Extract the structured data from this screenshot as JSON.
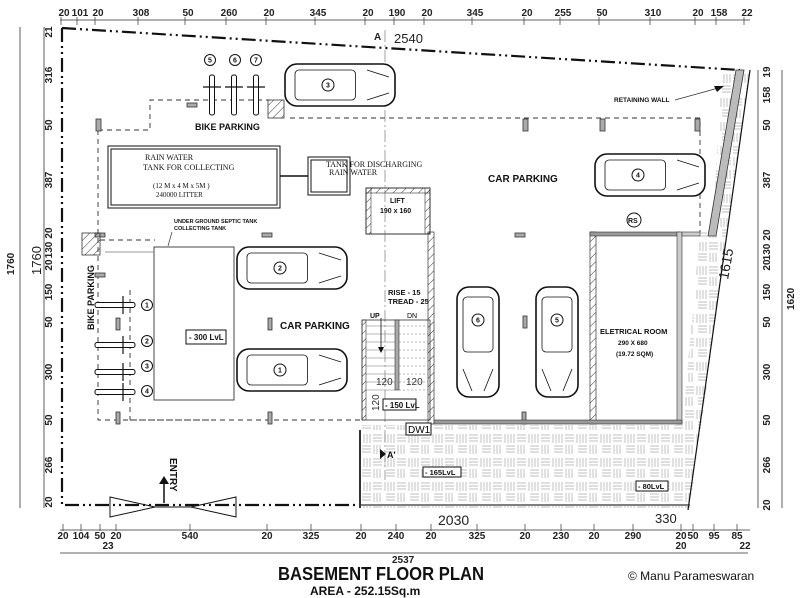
{
  "title": "BASEMENT FLOOR PLAN",
  "area": "AREA -  252.15Sq.m",
  "copyright": "© Manu Parameswaran",
  "dims": {
    "top": [
      "20",
      "101",
      "20",
      "308",
      "50",
      "260",
      "20",
      "345",
      "20",
      "190",
      "20",
      "345",
      "20",
      "255",
      "50",
      "310",
      "20",
      "158",
      "22"
    ],
    "bottom": [
      "20",
      "104",
      "50",
      "20",
      "23",
      "540",
      "20",
      "325",
      "20",
      "240",
      "20",
      "325",
      "20",
      "230",
      "20",
      "290",
      "20",
      "20",
      "50",
      "95",
      "85",
      "22"
    ],
    "left": [
      "21",
      "316",
      "50",
      "387",
      "20",
      "130",
      "20",
      "150",
      "50",
      "300",
      "50",
      "266",
      "20"
    ],
    "right": [
      "19",
      "158",
      "50",
      "387",
      "20",
      "130",
      "20",
      "150",
      "50",
      "300",
      "50",
      "266",
      "20"
    ],
    "left_total": "1760",
    "left_inner": "1760",
    "right_total": "1620",
    "bottom_total": "2537",
    "top_inner": "2540",
    "bottom_inner": "2030",
    "bottom_right": "330",
    "slant": "1615"
  },
  "labels": {
    "section_a": "A",
    "section_a2": "A'",
    "rain_tank": [
      "RAIN WATER",
      "TANK FOR COLLECTING",
      "(12 M x 4 M x 5M )",
      "240000 LITTER"
    ],
    "discharge_tank": [
      "TANK FOR DISCHARGING",
      "RAIN WATER"
    ],
    "lift": [
      "LIFT",
      "190 x 160"
    ],
    "septic": [
      "UNDER GROUND SEPTIC TANK",
      "COLLECTING TANK"
    ],
    "bike_parking_top": "BIKE PARKING",
    "bike_parking_left": "BIKE PARKING",
    "car_parking_1": "CAR PARKING",
    "car_parking_2": "CAR PARKING",
    "retaining_wall": "RETAINING WALL",
    "rise": "RISE - 15",
    "tread": "TREAD - 25",
    "up": "UP",
    "dn": "DN",
    "stair_w1": "120",
    "stair_w2": "120",
    "stair_h": "120",
    "electrical": [
      "ELETRICAL ROOM",
      "290 X 680",
      "(19.72 SQM)"
    ],
    "level_300": "- 300 LvL",
    "level_150": "- 150 LvL",
    "level_165": "- 165LvL",
    "level_80": "- 80LvL",
    "dw1": "DW1",
    "entry": "ENTRY",
    "rs": "RS"
  },
  "cars": [
    "1",
    "2",
    "3",
    "4",
    "5",
    "6"
  ],
  "bikes": [
    "1",
    "2",
    "3",
    "4",
    "5",
    "6",
    "7"
  ]
}
